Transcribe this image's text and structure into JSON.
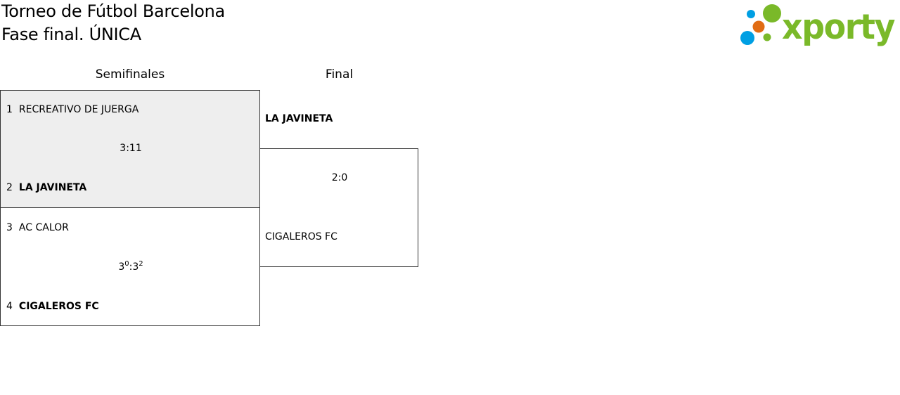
{
  "header": {
    "title_line1": "Torneo de Fútbol Barcelona",
    "title_line2": "Fase final. ÚNICA",
    "logo": {
      "text": "xporty",
      "text_color": "#7ab929",
      "dot_colors": [
        "#009fe3",
        "#7ab929",
        "#e16c13",
        "#009fe3",
        "#7ab929"
      ]
    }
  },
  "rounds": [
    {
      "label": "Semifinales"
    },
    {
      "label": "Final"
    }
  ],
  "semifinals": [
    {
      "home": {
        "seed": "1",
        "name": "RECREATIVO DE JUERGA"
      },
      "away": {
        "seed": "2",
        "name": "LA JAVINETA"
      },
      "score": {
        "home": "3",
        "away": "11",
        "separator": ":"
      },
      "winner": "away",
      "highlighted": true
    },
    {
      "home": {
        "seed": "3",
        "name": "AC CALOR"
      },
      "away": {
        "seed": "4",
        "name": "CIGALEROS FC"
      },
      "score": {
        "home": "3",
        "home_pen": "0",
        "away": "3",
        "away_pen": "2",
        "separator": ":"
      },
      "winner": "away",
      "highlighted": false
    }
  ],
  "final": {
    "home": {
      "name": "LA JAVINETA"
    },
    "away": {
      "name": "CIGALEROS FC"
    },
    "score": "2:0",
    "winner": "home"
  },
  "colors": {
    "highlight_bg": "#eeeeee",
    "border": "#333333"
  }
}
